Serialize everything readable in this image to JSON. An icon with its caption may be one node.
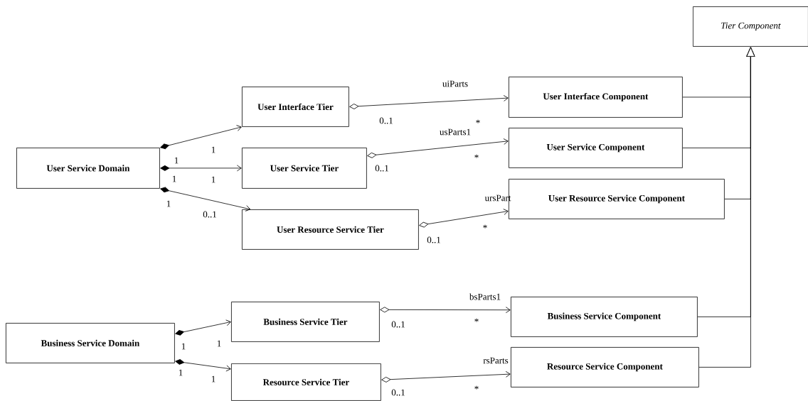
{
  "diagram": {
    "nodes": [
      {
        "text": [
          "Tier Component"
        ]
      },
      {
        "text": [
          "User Service Domain"
        ]
      },
      {
        "text": [
          "User Interface Tier"
        ]
      },
      {
        "text": [
          "User Service Tier"
        ]
      },
      {
        "text": [
          "User Resource Service Tier"
        ]
      },
      {
        "text": [
          "User Interface Component"
        ]
      },
      {
        "text": [
          "User Service Component"
        ]
      },
      {
        "text": [
          "User Resource Service Component"
        ]
      },
      {
        "text": [
          "Business Service Domain"
        ]
      },
      {
        "text": [
          "Business Service Tier"
        ]
      },
      {
        "text": [
          "Resource Service Tier"
        ]
      },
      {
        "text": [
          "Business Service Component"
        ]
      },
      {
        "text": [
          "Resource Service Component"
        ]
      }
    ],
    "edges": [
      {
        "from": 1,
        "to": 2,
        "arrow": "to"
      },
      {
        "from": 1,
        "to": 3,
        "arrow": "to"
      },
      {
        "from": 1,
        "to": 4,
        "arrow": "to"
      },
      {
        "from": 8,
        "to": 9,
        "arrow": "to"
      },
      {
        "from": 8,
        "to": 10,
        "arrow": "to"
      },
      {
        "from": 2,
        "to": 5,
        "arrow": "to",
        "label": "uiParts"
      },
      {
        "from": 3,
        "to": 6,
        "arrow": "to",
        "label": "usParts1"
      },
      {
        "from": 4,
        "to": 7,
        "arrow": "to",
        "label": "ursPart"
      },
      {
        "from": 9,
        "to": 11,
        "arrow": "to",
        "label": "bsParts1"
      },
      {
        "from": 10,
        "to": 12,
        "arrow": "to",
        "label": "rsParts"
      },
      {
        "from": 5,
        "to": 0,
        "arrow": "to"
      },
      {
        "from": 6,
        "to": 0,
        "arrow": "to"
      },
      {
        "from": 7,
        "to": 0,
        "arrow": "to"
      },
      {
        "from": 11,
        "to": 0,
        "arrow": "to"
      },
      {
        "from": 12,
        "to": 0,
        "arrow": "to"
      }
    ],
    "labels": [
      "0..1",
      "*",
      "1",
      "1",
      "*",
      "0..1",
      "1",
      "1",
      "1",
      "*",
      "0..1",
      "0..1",
      "*",
      "0..1",
      "1",
      "1",
      "1",
      "1",
      "*",
      "0..1"
    ]
  }
}
